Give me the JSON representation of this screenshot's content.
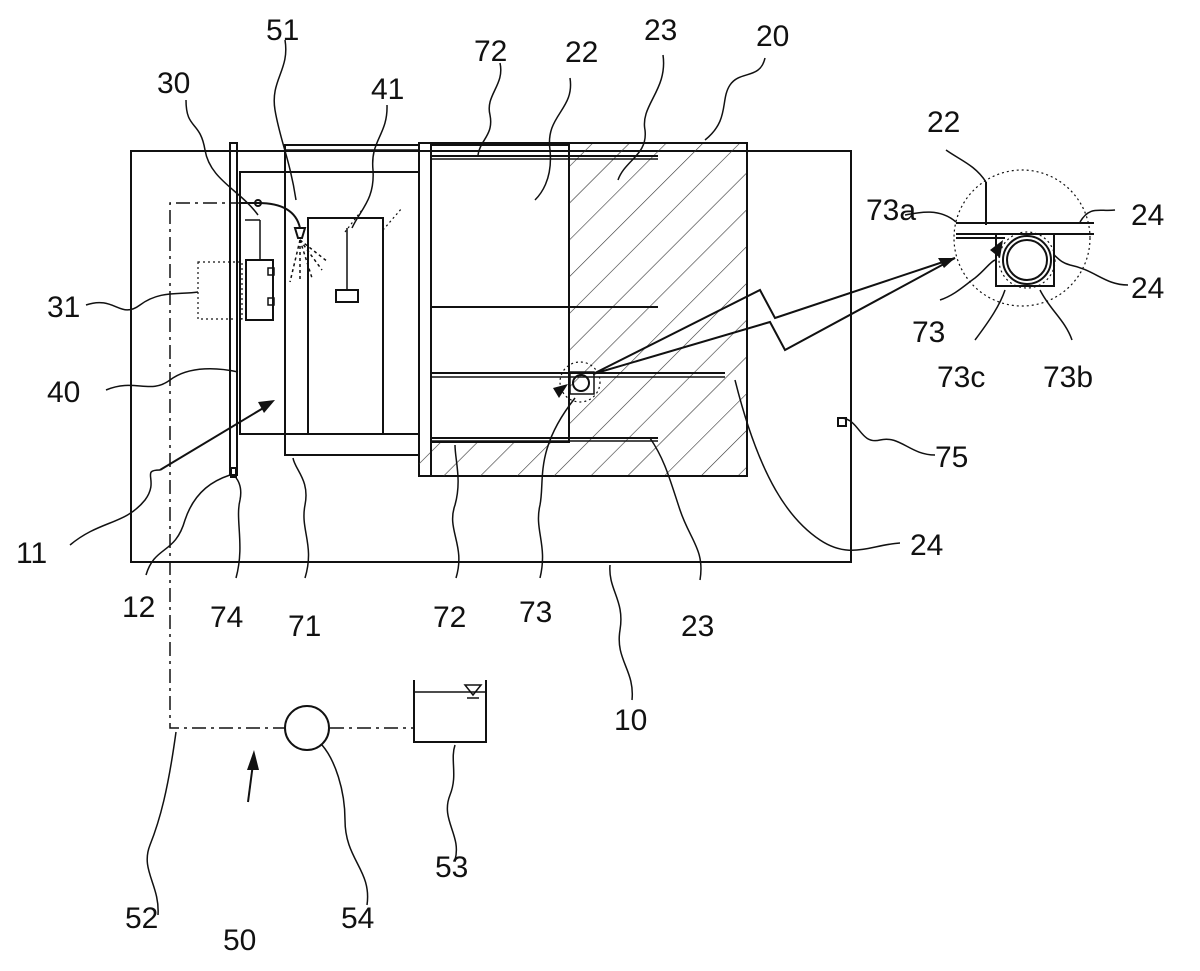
{
  "figure": {
    "labels": {
      "l10": "10",
      "l11": "11",
      "l12": "12",
      "l20": "20",
      "l22a": "22",
      "l22b": "22",
      "l23a": "23",
      "l23b": "23",
      "l24a": "24",
      "l24b": "24",
      "l24c": "24",
      "l30": "30",
      "l31": "31",
      "l40": "40",
      "l41": "41",
      "l50": "50",
      "l51": "51",
      "l52": "52",
      "l53": "53",
      "l54": "54",
      "l71": "71",
      "l72a": "72",
      "l72b": "72",
      "l73a": "73",
      "l73b": "73",
      "l73a_detail": "73a",
      "l73b_detail": "73b",
      "l73c_detail": "73c",
      "l74": "74",
      "l75": "75"
    }
  }
}
